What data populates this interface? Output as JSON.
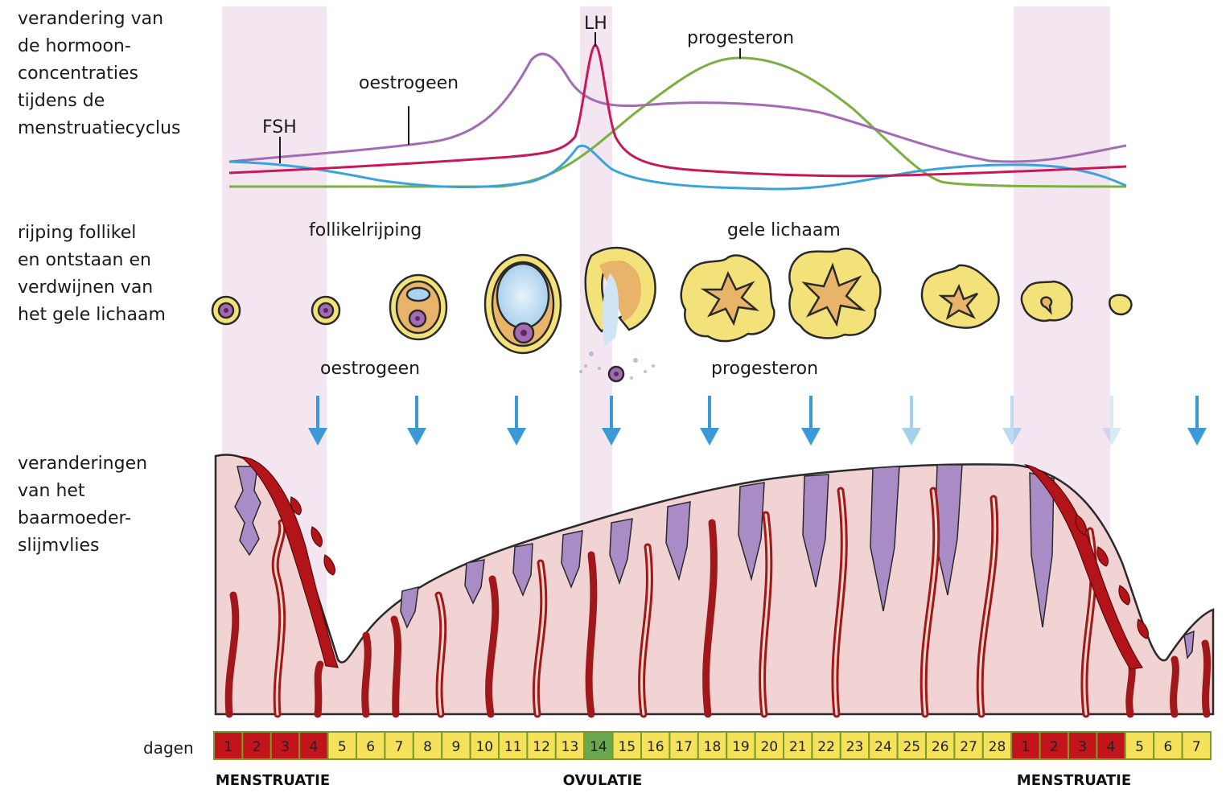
{
  "side_labels": {
    "hormones": [
      "verandering van",
      "de hormoon-",
      "concentraties",
      "tijdens de",
      "menstruatiecyclus"
    ],
    "follicle": [
      "rijping follikel",
      "en ontstaan en",
      "verdwijnen van",
      "het gele lichaam"
    ],
    "endometrium": [
      "veranderingen",
      "van het",
      "baarmoeder-",
      "slijmvlies"
    ]
  },
  "hormone_labels": {
    "fsh": "FSH",
    "oestrogeen": "oestrogeen",
    "lh": "LH",
    "progesteron": "progesteron"
  },
  "colors": {
    "fsh": "#3aa3dc",
    "oestrogeen": "#a46bb5",
    "lh": "#c8185a",
    "progesteron": "#7bb040",
    "highlight": "#f4e6f0",
    "follicle_fill": "#f3e27a",
    "follicle_inner": "#e8b46a",
    "arrow": "#3b9ad6",
    "menstruation_day": "#c2141b",
    "ovulation_day": "#6aa84f",
    "normal_day": "#f5e25a",
    "day_border": "#7a9a2a"
  },
  "follicle_section": {
    "follikelrijping": "follikelrijping",
    "gele_lichaam": "gele lichaam",
    "oestrogeen": "oestrogeen",
    "progesteron": "progesteron"
  },
  "days_label": "dagen",
  "days": [
    "1",
    "2",
    "3",
    "4",
    "5",
    "6",
    "7",
    "8",
    "9",
    "10",
    "11",
    "12",
    "13",
    "14",
    "15",
    "16",
    "17",
    "18",
    "19",
    "20",
    "21",
    "22",
    "23",
    "24",
    "25",
    "26",
    "27",
    "28",
    "1",
    "2",
    "3",
    "4",
    "5",
    "6",
    "7"
  ],
  "menstruation_day_indices": [
    0,
    1,
    2,
    3,
    28,
    29,
    30,
    31
  ],
  "ovulation_day_index": 13,
  "phases": {
    "menstruatie_1": "MENSTRUATIE",
    "ovulatie": "OVULATIE",
    "menstruatie_2": "MENSTRUATIE"
  }
}
